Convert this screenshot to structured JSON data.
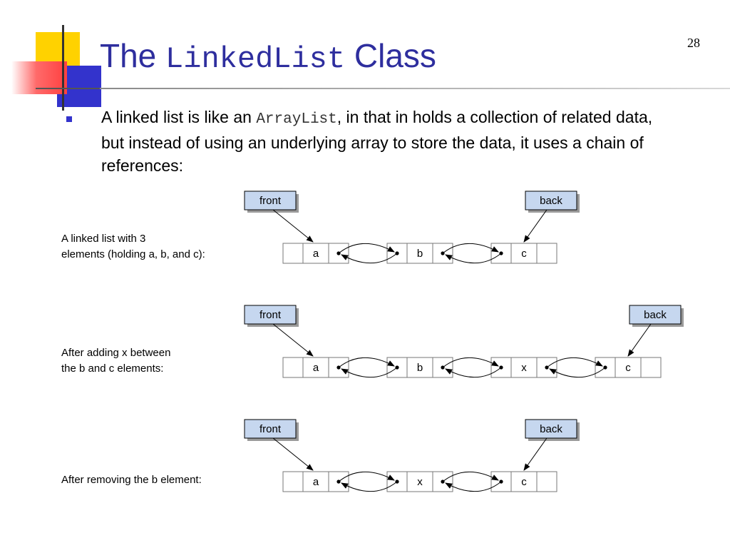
{
  "slide": {
    "page_number": "28",
    "title_pre": "The ",
    "title_code": "LinkedList",
    "title_post": " Class"
  },
  "bullet": {
    "text_1": "A linked list is like an ",
    "code": "ArrayList",
    "text_2": ", in that in holds a collection of related data, but instead of using an underlying array to store the data, it uses a chain of references:"
  },
  "diagrams": [
    {
      "caption": [
        "A linked list with 3",
        "elements (holding a, b, and c):"
      ],
      "front_label": "front",
      "back_label": "back",
      "nodes": [
        "a",
        "b",
        "c"
      ]
    },
    {
      "caption": [
        "After adding x between",
        "the b and c elements:"
      ],
      "front_label": "front",
      "back_label": "back",
      "nodes": [
        "a",
        "b",
        "x",
        "c"
      ]
    },
    {
      "caption": [
        "After removing the b element:"
      ],
      "front_label": "front",
      "back_label": "back",
      "nodes": [
        "a",
        "x",
        "c"
      ]
    }
  ]
}
